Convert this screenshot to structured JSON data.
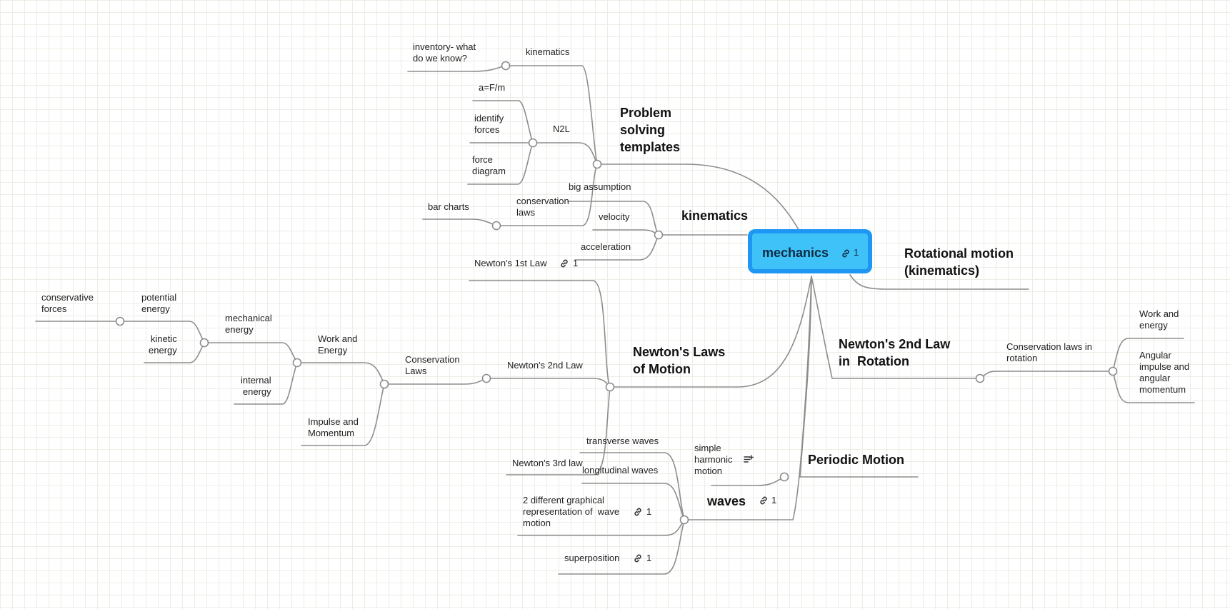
{
  "root": {
    "title": "mechanics",
    "link_count": "1"
  },
  "branches": {
    "problem_solving": "Problem\nsolving\ntemplates",
    "kinematics": "kinematics",
    "rotational": "Rotational motion\n(kinematics)",
    "newton_rotation": "Newton's 2nd Law\nin  Rotation",
    "newtons_laws": "Newton's Laws\nof Motion",
    "periodic": "Periodic Motion",
    "waves": "waves",
    "waves_link_count": "1"
  },
  "problem_solving_children": {
    "kinematics": "kinematics",
    "inventory": "inventory- what\ndo we know?",
    "n2l": "N2L",
    "a_fm": "a=F/m",
    "identify_forces": "identify\nforces",
    "force_diagram": "force\ndiagram",
    "conservation_laws": "conservation\nlaws",
    "bar_charts": "bar charts"
  },
  "kinematics_children": {
    "big_assumption": "big assumption",
    "velocity": "velocity",
    "acceleration": "acceleration"
  },
  "newton_rotation_children": {
    "conservation_rotation": "Conservation laws in\nrotation",
    "work_energy": "Work and\nenergy",
    "angular": "Angular\nimpulse and\nangular\nmomentum"
  },
  "newtons_laws_children": {
    "first_law": "Newton's 1st Law",
    "first_law_link_count": "1",
    "second_law": "Newton's 2nd Law",
    "third_law": "Newton's 3rd law",
    "conservation_laws": "Conservation\nLaws",
    "work_and_energy": "Work and\nEnergy",
    "impulse_momentum": "Impulse and\nMomentum",
    "mechanical_energy": "mechanical\nenergy",
    "internal_energy": "internal\nenergy",
    "potential_energy": "potential\nenergy",
    "kinetic_energy": "kinetic\nenergy",
    "conservative_forces": "conservative\nforces"
  },
  "periodic_children": {
    "shm": "simple\nharmonic\nmotion"
  },
  "waves_children": {
    "transverse": "transverse waves",
    "longitudinal": "longitudinal waves",
    "graphical": "2 different graphical\nrepresentation of  wave\nmotion",
    "graphical_link_count": "1",
    "superposition": "superposition",
    "superposition_link_count": "1"
  },
  "icons": {
    "link": "link-icon",
    "note": "note-icon"
  },
  "colors": {
    "connector": "#8d8d8d",
    "root_fill": "#3fc2f8",
    "root_border": "#1d97f3"
  }
}
